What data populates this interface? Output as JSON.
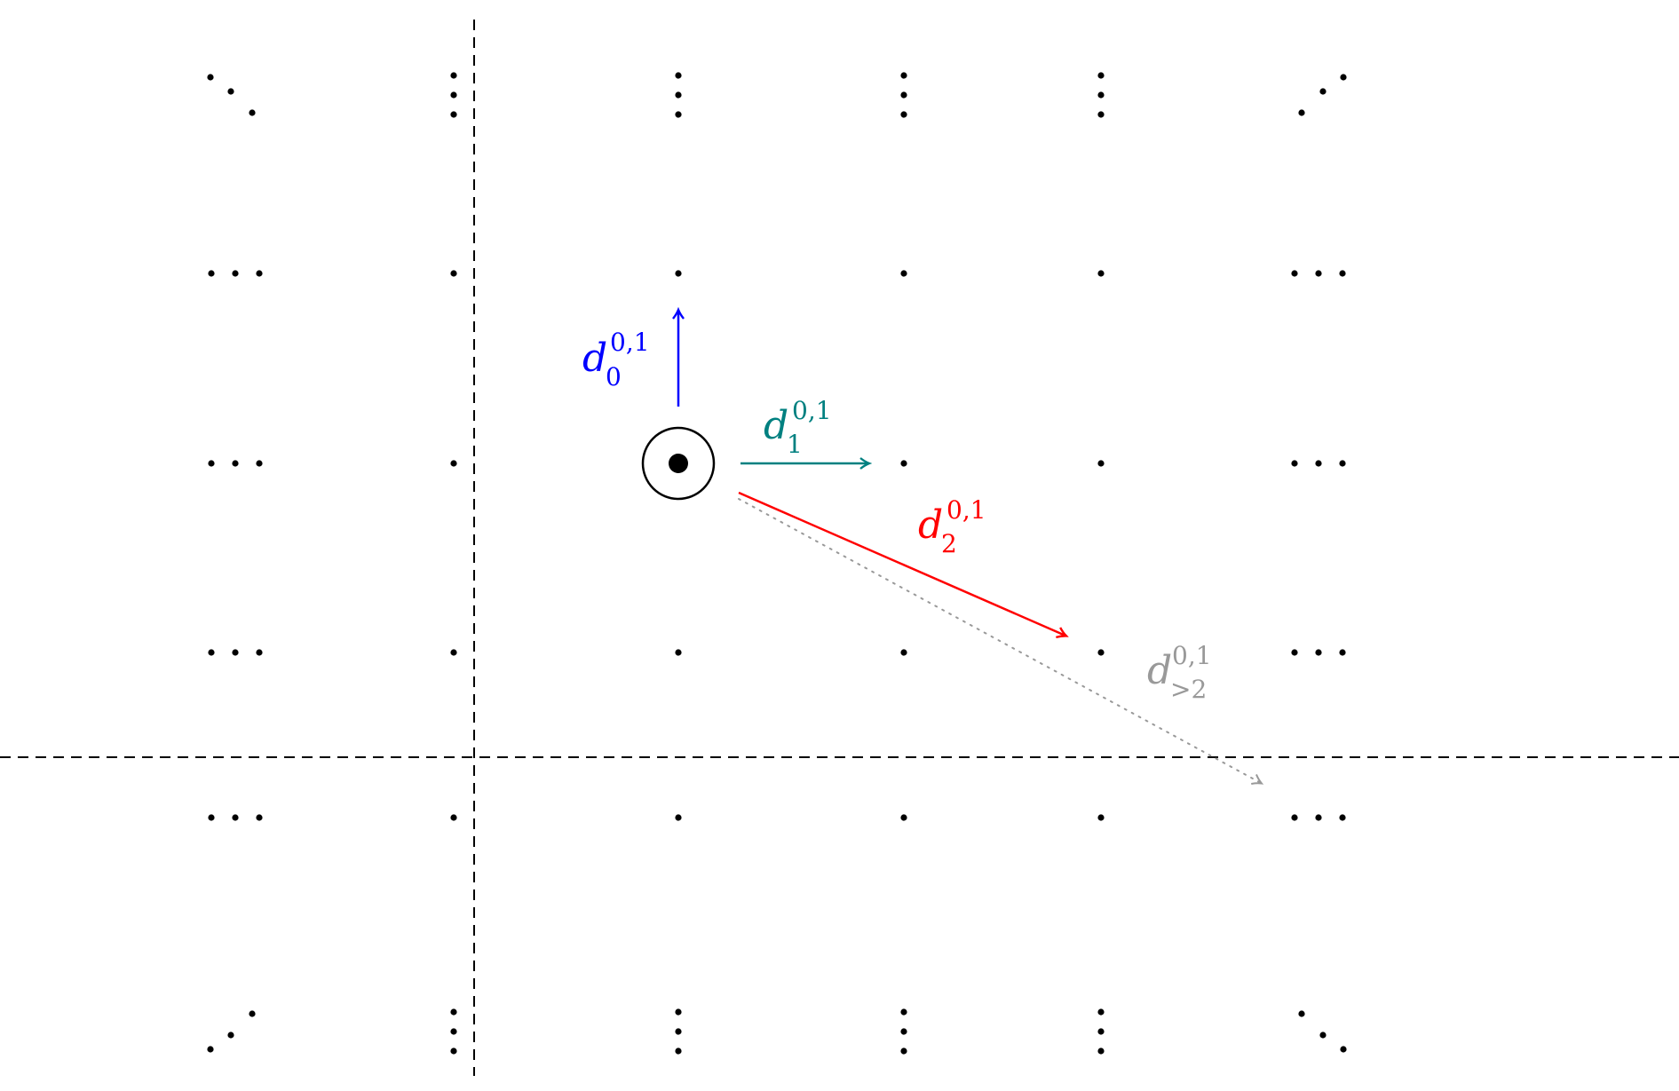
{
  "diagram": {
    "colors": {
      "grid_point": "#000000",
      "divider": "#000000",
      "d0": "#0000ff",
      "d1": "#008080",
      "d2": "#ff0000",
      "dgt2": "#999999"
    },
    "arrows": [
      {
        "key": "d0",
        "base": "d",
        "sub": "0",
        "sup": "0,1",
        "color": "#0000ff"
      },
      {
        "key": "d1",
        "base": "d",
        "sub": "1",
        "sup": "0,1",
        "color": "#008080"
      },
      {
        "key": "d2",
        "base": "d",
        "sub": "2",
        "sup": "0,1",
        "color": "#ff0000"
      },
      {
        "key": "dgt2",
        "base": "d",
        "sub": ">2",
        "sup": "0,1",
        "color": "#999999"
      }
    ],
    "ellipsis_row_symbol": "⋯",
    "ellipsis_col_symbol": "⋮"
  }
}
